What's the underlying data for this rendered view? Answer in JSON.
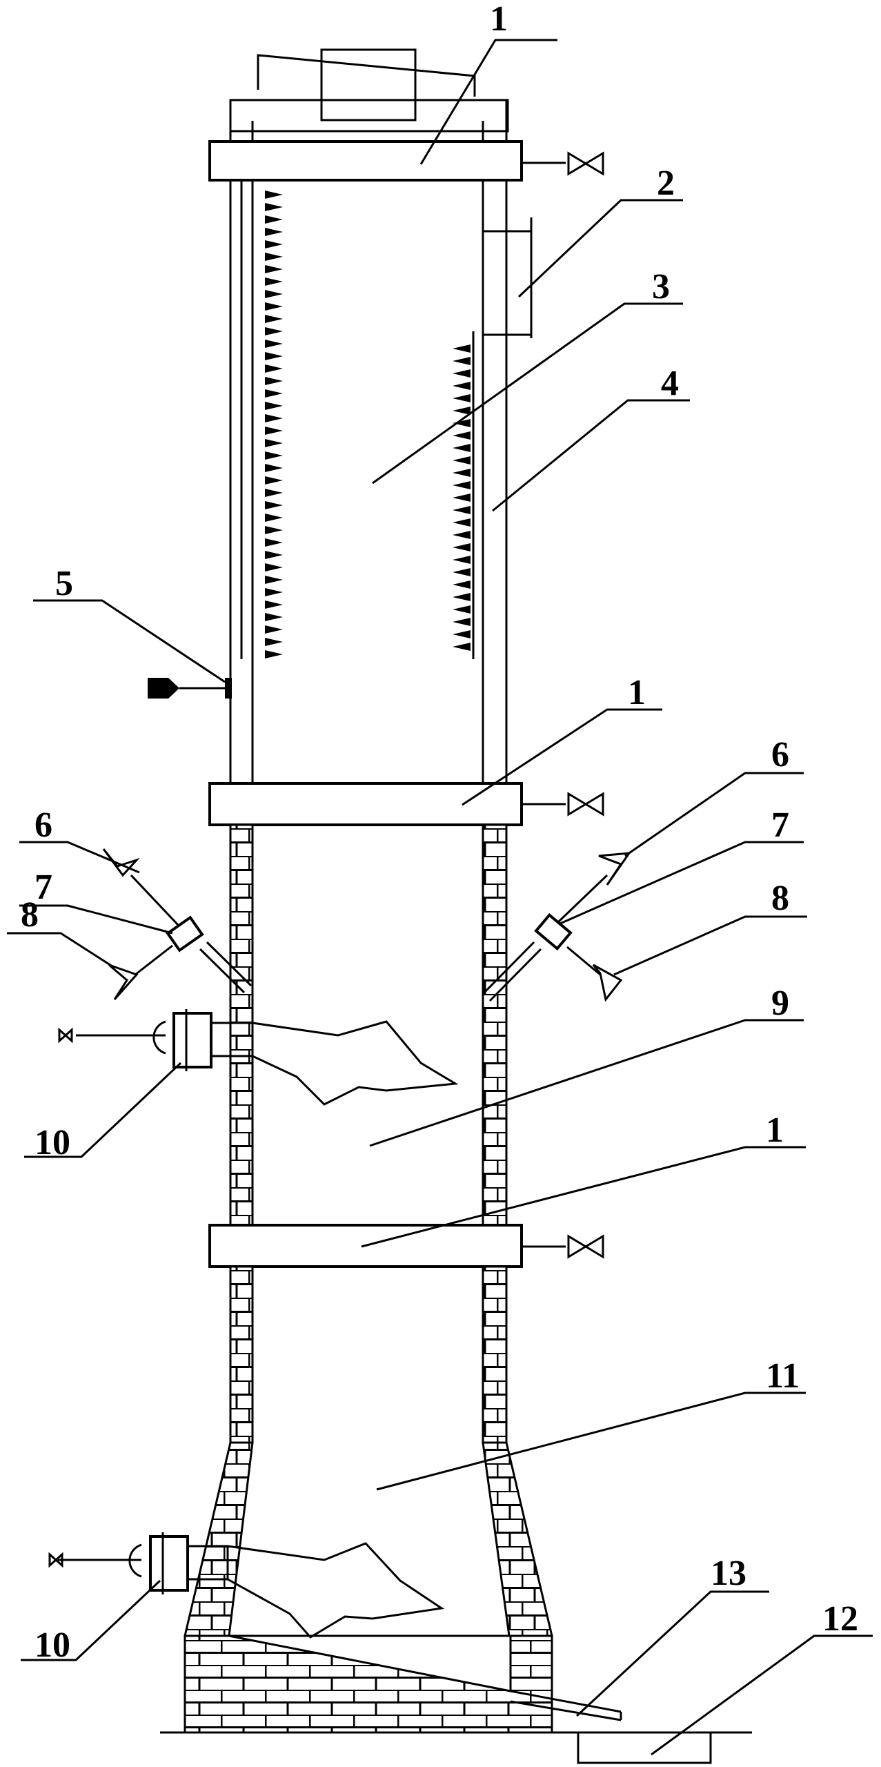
{
  "figure": {
    "labels": {
      "l1_top": "1",
      "l2": "2",
      "l3": "3",
      "l4": "4",
      "l5": "5",
      "l1_mid": "1",
      "l6_left": "6",
      "l6_right": "6",
      "l7_left": "7",
      "l7_right": "7",
      "l8_left": "8",
      "l8_right": "8",
      "l9": "9",
      "l10_upper": "10",
      "l1_low": "1",
      "l11": "11",
      "l13": "13",
      "l10_lower": "10",
      "l12": "12"
    }
  }
}
